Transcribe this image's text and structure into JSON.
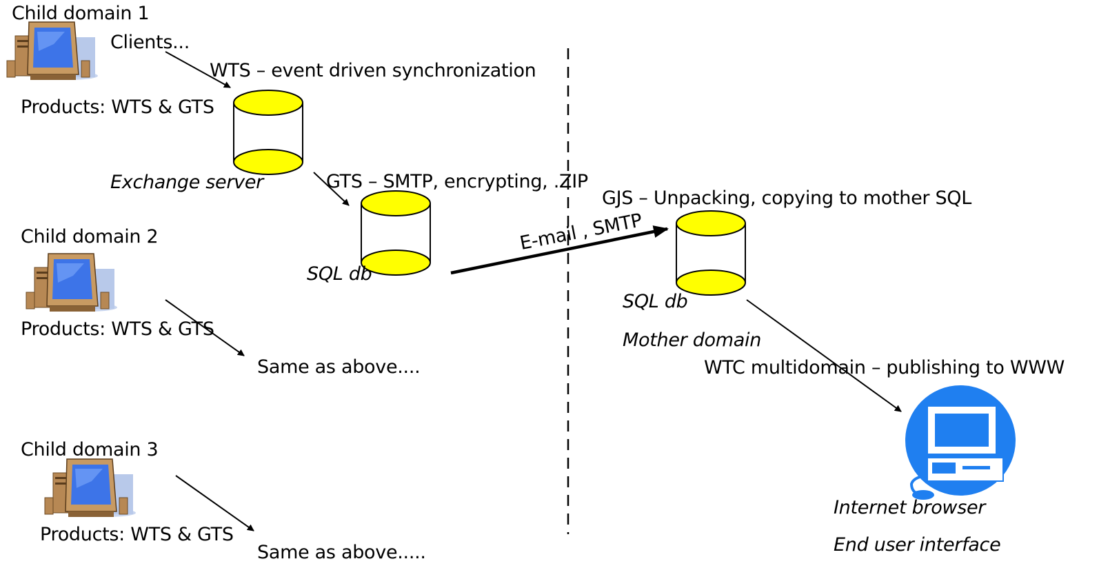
{
  "labels": {
    "child1": "Child domain 1",
    "clients": "Clients...",
    "wts": "WTS – event driven synchronization",
    "products1": "Products: WTS & GTS",
    "exchange": "Exchange server",
    "gts": "GTS – SMTP, encrypting, .ZIP",
    "gjs": "GJS – Unpacking, copying to mother SQL",
    "child2": "Child domain 2",
    "email": "E-mail , SMTP",
    "sqldb_left": "SQL db",
    "sqldb_right": "SQL db",
    "products2": "Products: WTS & GTS",
    "same1": "Same as above....",
    "mother": "Mother  domain",
    "wtc": "WTC multidomain – publishing to WWW",
    "child3": "Child domain 3",
    "products3": "Products: WTS & GTS",
    "same2": "Same as above.....",
    "browser": "Internet browser",
    "enduser": "End user interface"
  },
  "icons": {
    "client_computer": "desktop-computer-icon",
    "browser_computer": "blue-computer-icon",
    "database": "database-cylinder-icon"
  },
  "colors": {
    "db_top": "#ffff00",
    "monitor_screen": "#3d74e8",
    "monitor_body": "#c89a62",
    "browser_blue": "#1f7ff0"
  }
}
